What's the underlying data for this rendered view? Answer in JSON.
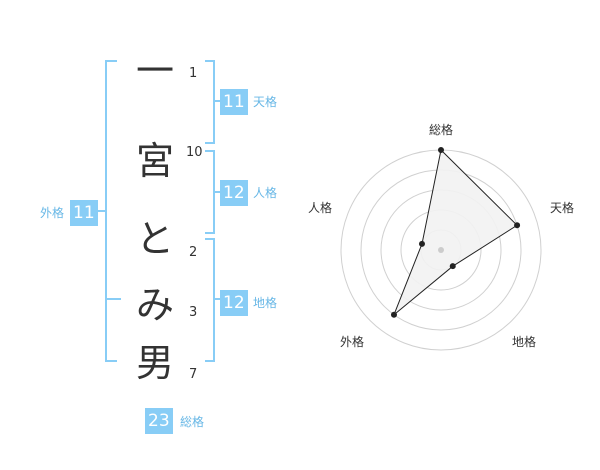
{
  "name": {
    "characters": [
      "一",
      "宮",
      "と",
      "み",
      "男"
    ],
    "strokes": [
      "1",
      "10",
      "2",
      "3",
      "7"
    ]
  },
  "fortunes": {
    "tenkaku": {
      "value": "11",
      "label": "天格"
    },
    "jinkaku": {
      "value": "12",
      "label": "人格"
    },
    "chikaku": {
      "value": "12",
      "label": "地格"
    },
    "gaikaku": {
      "value": "11",
      "label": "外格"
    },
    "soukaku": {
      "value": "23",
      "label": "総格"
    }
  },
  "radar": {
    "axes": [
      "総格",
      "天格",
      "地格",
      "外格",
      "人格"
    ],
    "scores": [
      5,
      4,
      1,
      4,
      1
    ],
    "max": 5,
    "colors": {
      "fill": "#f2f2f2",
      "stroke": "#222222",
      "rings": "#d0d0d0",
      "center": "#cccccc"
    }
  },
  "colors": {
    "accent": "#88cdf6"
  }
}
